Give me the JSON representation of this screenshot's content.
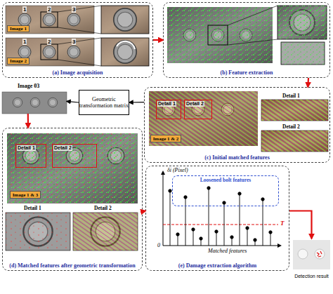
{
  "diagram": {
    "nodes": [
      {
        "text": [
          "(a) Image acquisition"
        ]
      },
      {
        "text": [
          "Image 1"
        ],
        "in": 0
      },
      {
        "text": [
          "Image 2"
        ],
        "in": 0
      },
      {
        "text": [
          "(b) Feature extraction"
        ]
      },
      {
        "text": [
          "(c) Initial matched features"
        ]
      },
      {
        "text": [
          "Detail 1"
        ],
        "in": 4
      },
      {
        "text": [
          "Detail 2"
        ],
        "in": 4
      },
      {
        "text": [
          "Image 1 & 2"
        ],
        "in": 4
      },
      {
        "text": [
          "Geometric transformation matrix"
        ]
      },
      {
        "text": [
          "Image 03"
        ]
      },
      {
        "text": [
          "(d) Matched features after geometric transformation"
        ]
      },
      {
        "text": [
          "Detail 1"
        ],
        "in": 10
      },
      {
        "text": [
          "Detail 2"
        ],
        "in": 10
      },
      {
        "text": [
          "Image 1 & 3"
        ],
        "in": 10
      },
      {
        "text": [
          "(e) Damage extraction algorithm"
        ]
      },
      {
        "text": [
          "Loosened bolt features"
        ],
        "in": 14
      },
      {
        "text": [
          "Detection result"
        ]
      }
    ],
    "edges": [
      {
        "from": 0,
        "to": 3,
        "arrow": "to"
      },
      {
        "from": 3,
        "to": 4,
        "arrow": "to"
      },
      {
        "from": 4,
        "to": 8,
        "arrow": "to"
      },
      {
        "from": 8,
        "to": 9,
        "arrow": "to"
      },
      {
        "from": 9,
        "to": 10,
        "arrow": "to"
      },
      {
        "from": 10,
        "to": 14,
        "arrow": "to"
      },
      {
        "from": 14,
        "to": 16,
        "arrow": "to"
      }
    ],
    "labels": [
      "1",
      "2",
      "3",
      "1",
      "2",
      "3",
      "Detail 1",
      "Detail 2",
      "Detail 1",
      "Detail 2",
      "δi (Pixel)",
      "T",
      "0",
      "Matched features"
    ]
  }
}
